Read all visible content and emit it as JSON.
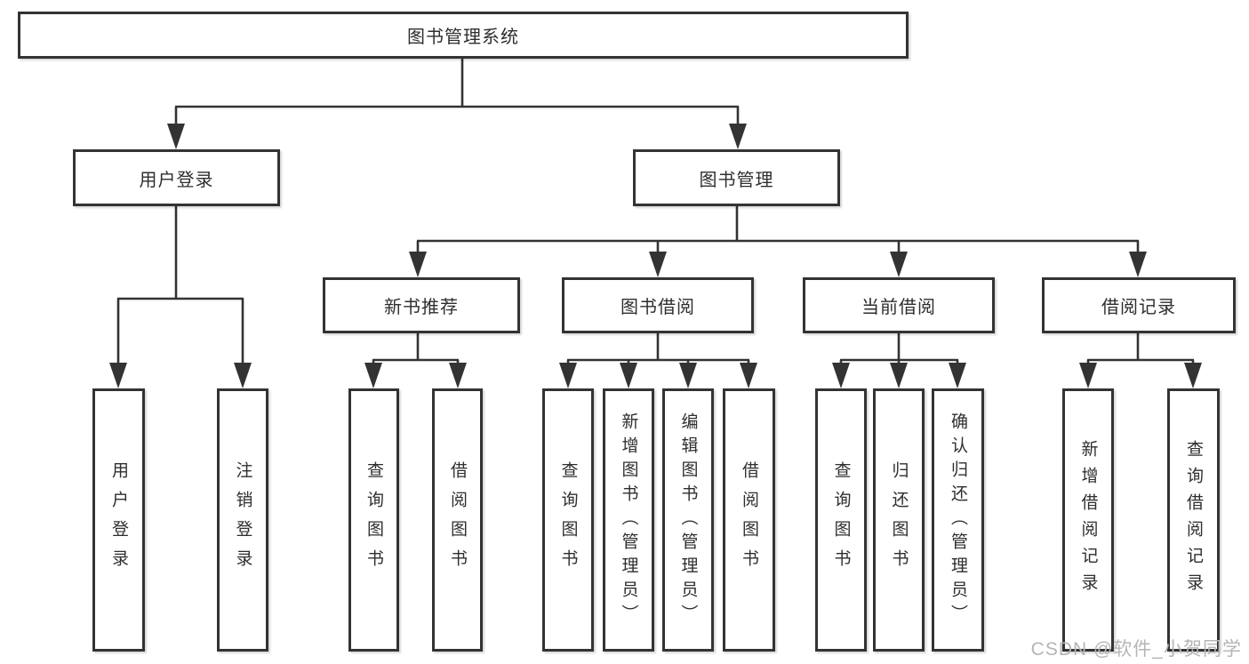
{
  "tree": {
    "label": "图书管理系统",
    "children": [
      {
        "label": "用户登录",
        "children": [
          {
            "label": "用户登录"
          },
          {
            "label": "注销登录"
          }
        ]
      },
      {
        "label": "图书管理",
        "children": [
          {
            "label": "新书推荐",
            "children": [
              {
                "label": "查询图书"
              },
              {
                "label": "借阅图书"
              }
            ]
          },
          {
            "label": "图书借阅",
            "children": [
              {
                "label": "查询图书"
              },
              {
                "label": "新增图书（管理员）"
              },
              {
                "label": "编辑图书（管理员）"
              },
              {
                "label": "借阅图书"
              }
            ]
          },
          {
            "label": "当前借阅",
            "children": [
              {
                "label": "查询图书"
              },
              {
                "label": "归还图书"
              },
              {
                "label": "确认归还（管理员）"
              }
            ]
          },
          {
            "label": "借阅记录",
            "children": [
              {
                "label": "新增借阅记录"
              },
              {
                "label": "查询借阅记录"
              }
            ]
          }
        ]
      }
    ]
  },
  "watermark": {
    "text": "CSDN @软件_小贺同学"
  },
  "colors": {
    "line": "#333333",
    "text": "#2e2e2e",
    "background": "#ffffff",
    "watermark": "#b5b5b5"
  }
}
